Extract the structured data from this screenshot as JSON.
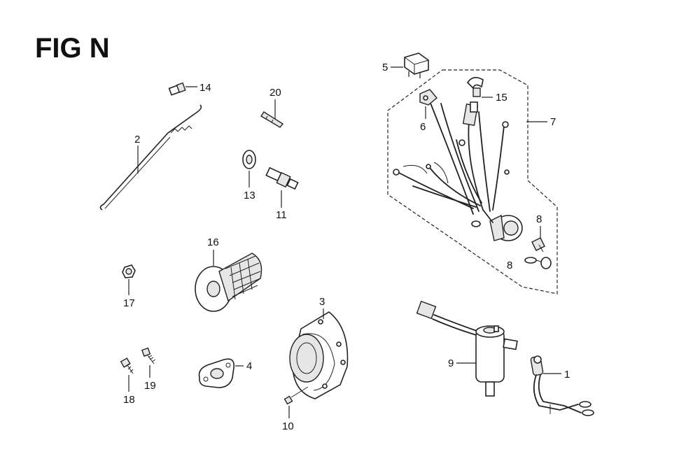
{
  "figure": {
    "title": "FIG N"
  },
  "callouts": {
    "p1": "1",
    "p2": "2",
    "p3": "3",
    "p4": "4",
    "p5": "5",
    "p6": "6",
    "p7": "7",
    "p8a": "8",
    "p8b": "8",
    "p9": "9",
    "p10": "10",
    "p11": "11",
    "p13": "13",
    "p14": "14",
    "p15": "15",
    "p16": "16",
    "p17": "17",
    "p18": "18",
    "p19": "19",
    "p20": "20"
  }
}
